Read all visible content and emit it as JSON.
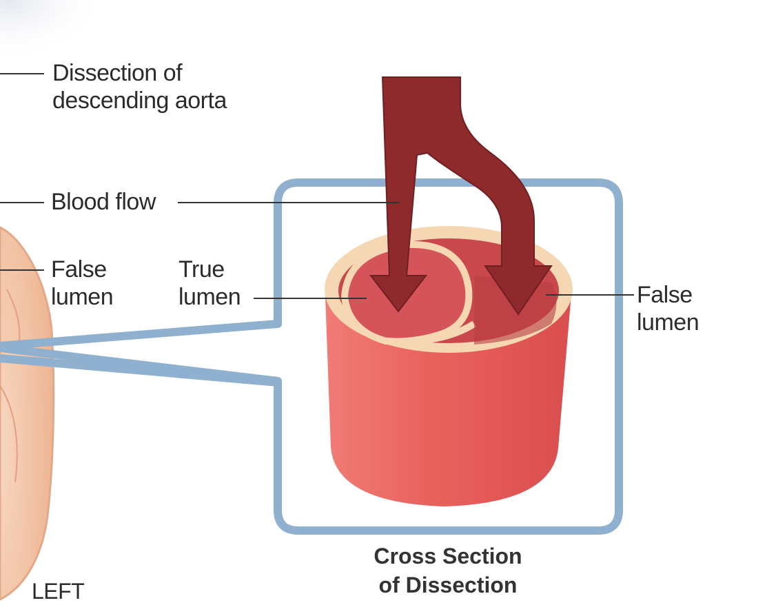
{
  "labels": {
    "dissection": [
      "Dissection of",
      "descending aorta"
    ],
    "blood_flow": "Blood flow",
    "false_lumen_left": [
      "False",
      "lumen"
    ],
    "true_lumen": [
      "True",
      "lumen"
    ],
    "false_lumen_right": [
      "False",
      "lumen"
    ],
    "left": "LEFT"
  },
  "caption": [
    "Cross Section",
    "of Dissection"
  ],
  "colors": {
    "inset_border": "#8fb0cf",
    "vessel_outer": "#e9605c",
    "vessel_wall_cream": "#f6d7b4",
    "lumen_interior": "#c9484c",
    "arrow": "#8e2a2c",
    "heart": "#f3c2a2"
  }
}
